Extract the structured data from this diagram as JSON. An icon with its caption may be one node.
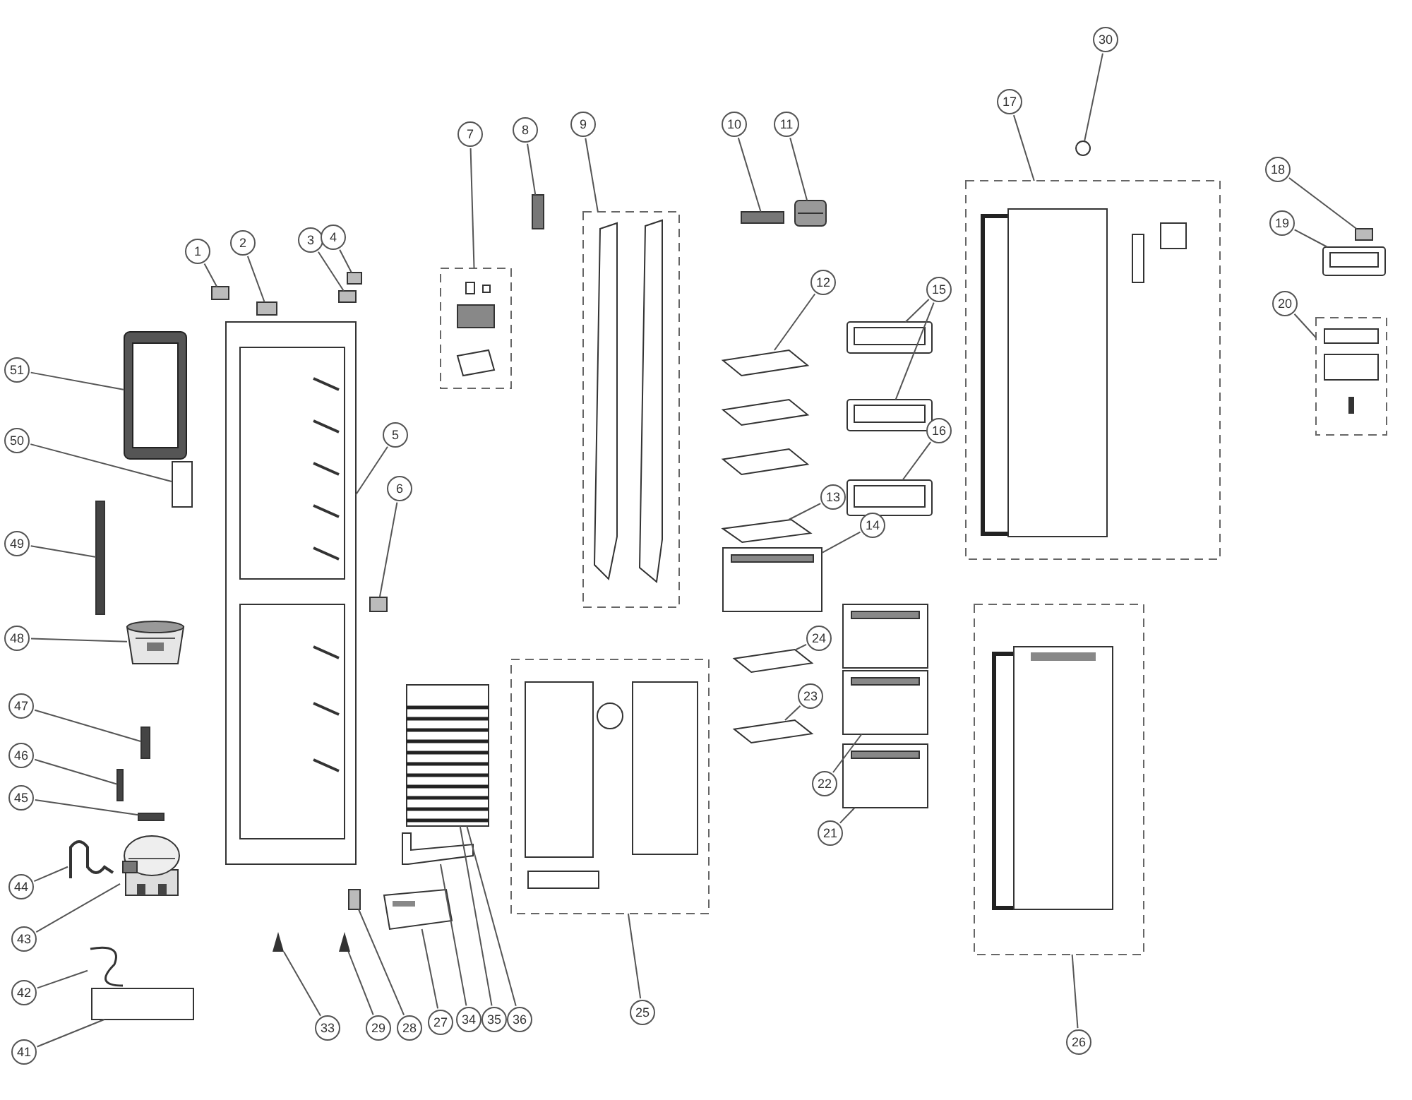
{
  "diagram": {
    "nodes": [
      {
        "text": [
          "1"
        ]
      },
      {
        "text": [],
        "shape": "box"
      },
      {
        "text": [
          "2"
        ]
      },
      {
        "text": [],
        "shape": "box"
      },
      {
        "text": [
          "3"
        ]
      },
      {
        "text": [],
        "shape": "box"
      },
      {
        "text": [
          "4"
        ]
      },
      {
        "text": [],
        "shape": "box"
      },
      {
        "text": [
          "5"
        ]
      },
      {
        "text": [],
        "shape": "picture"
      },
      {
        "text": [
          "6"
        ]
      },
      {
        "text": [],
        "shape": "box"
      },
      {
        "text": [
          "7"
        ]
      },
      {
        "text": [],
        "shape": "box"
      },
      {
        "text": [
          "8"
        ]
      },
      {
        "text": [],
        "shape": "box"
      },
      {
        "text": [
          "9"
        ]
      },
      {
        "text": [],
        "shape": "box"
      },
      {
        "text": [
          "10"
        ]
      },
      {
        "text": [],
        "shape": "box"
      },
      {
        "text": [
          "11"
        ]
      },
      {
        "text": [],
        "shape": "picture"
      },
      {
        "text": [
          "12"
        ]
      },
      {
        "text": [],
        "shape": "picture"
      },
      {
        "text": [
          "13"
        ]
      },
      {
        "text": [],
        "shape": "picture"
      },
      {
        "text": [
          "14"
        ]
      },
      {
        "text": [],
        "shape": "picture"
      },
      {
        "text": [
          "15"
        ]
      },
      {
        "text": [],
        "shape": "picture"
      },
      {
        "text": [],
        "shape": "picture"
      },
      {
        "text": [
          "16"
        ]
      },
      {
        "text": [],
        "shape": "picture"
      },
      {
        "text": [
          "17"
        ]
      },
      {
        "text": [],
        "shape": "box"
      },
      {
        "text": [
          "30"
        ]
      },
      {
        "text": [],
        "shape": "circle"
      },
      {
        "text": [
          "18"
        ]
      },
      {
        "text": [],
        "shape": "box"
      },
      {
        "text": [
          "19"
        ]
      },
      {
        "text": [],
        "shape": "picture"
      },
      {
        "text": [
          "20"
        ]
      },
      {
        "text": [],
        "shape": "box"
      },
      {
        "text": [
          "51"
        ]
      },
      {
        "text": [],
        "shape": "picture"
      },
      {
        "text": [
          "50"
        ]
      },
      {
        "text": [],
        "shape": "box"
      },
      {
        "text": [
          "49"
        ]
      },
      {
        "text": [],
        "shape": "box"
      },
      {
        "text": [
          "48"
        ]
      },
      {
        "text": [],
        "shape": "picture"
      },
      {
        "text": [
          "47"
        ]
      },
      {
        "text": [],
        "shape": "box"
      },
      {
        "text": [
          "46"
        ]
      },
      {
        "text": [],
        "shape": "box"
      },
      {
        "text": [
          "45"
        ]
      },
      {
        "text": [],
        "shape": "box"
      },
      {
        "text": [
          "44"
        ]
      },
      {
        "text": [],
        "shape": "picture"
      },
      {
        "text": [
          "43"
        ]
      },
      {
        "text": [],
        "shape": "picture"
      },
      {
        "text": [
          "42"
        ]
      },
      {
        "text": [],
        "shape": "picture"
      },
      {
        "text": [
          "41"
        ]
      },
      {
        "text": [],
        "shape": "box"
      },
      {
        "text": [
          "33"
        ]
      },
      {
        "text": [],
        "shape": "picture"
      },
      {
        "text": [
          "29"
        ]
      },
      {
        "text": [],
        "shape": "picture"
      },
      {
        "text": [
          "28"
        ]
      },
      {
        "text": [],
        "shape": "box"
      },
      {
        "text": [
          "27"
        ]
      },
      {
        "text": [],
        "shape": "picture"
      },
      {
        "text": [
          "34"
        ]
      },
      {
        "text": [],
        "shape": "picture"
      },
      {
        "text": [
          "35"
        ]
      },
      {
        "text": [],
        "shape": "picture"
      },
      {
        "text": [
          "36"
        ]
      },
      {
        "text": [
          "25"
        ]
      },
      {
        "text": [],
        "shape": "box"
      },
      {
        "text": [
          "24"
        ]
      },
      {
        "text": [],
        "shape": "picture"
      },
      {
        "text": [
          "23"
        ]
      },
      {
        "text": [],
        "shape": "picture"
      },
      {
        "text": [
          "22"
        ]
      },
      {
        "text": [],
        "shape": "picture"
      },
      {
        "text": [
          "21"
        ]
      },
      {
        "text": [],
        "shape": "picture"
      },
      {
        "text": [
          "26"
        ]
      },
      {
        "text": [],
        "shape": "box"
      }
    ],
    "edges": [
      {
        "from": 0,
        "to": 1,
        "arrow": "none"
      },
      {
        "from": 2,
        "to": 3,
        "arrow": "none"
      },
      {
        "from": 4,
        "to": 5,
        "arrow": "none"
      },
      {
        "from": 6,
        "to": 7,
        "arrow": "none"
      },
      {
        "from": 8,
        "to": 9,
        "arrow": "none"
      },
      {
        "from": 10,
        "to": 11,
        "arrow": "none"
      },
      {
        "from": 12,
        "to": 13,
        "arrow": "none"
      },
      {
        "from": 14,
        "to": 15,
        "arrow": "none"
      },
      {
        "from": 16,
        "to": 17,
        "arrow": "none"
      },
      {
        "from": 18,
        "to": 19,
        "arrow": "none"
      },
      {
        "from": 20,
        "to": 21,
        "arrow": "none"
      },
      {
        "from": 22,
        "to": 23,
        "arrow": "none"
      },
      {
        "from": 24,
        "to": 25,
        "arrow": "none"
      },
      {
        "from": 26,
        "to": 27,
        "arrow": "none"
      },
      {
        "from": 28,
        "to": 29,
        "arrow": "none"
      },
      {
        "from": 28,
        "to": 30,
        "arrow": "none"
      },
      {
        "from": 31,
        "to": 32,
        "arrow": "none"
      },
      {
        "from": 33,
        "to": 34,
        "arrow": "none"
      },
      {
        "from": 35,
        "to": 36,
        "arrow": "none"
      },
      {
        "from": 37,
        "to": 38,
        "arrow": "none"
      },
      {
        "from": 39,
        "to": 40,
        "arrow": "none"
      },
      {
        "from": 41,
        "to": 42,
        "arrow": "none"
      },
      {
        "from": 43,
        "to": 44,
        "arrow": "none"
      },
      {
        "from": 45,
        "to": 46,
        "arrow": "none"
      },
      {
        "from": 47,
        "to": 48,
        "arrow": "none"
      },
      {
        "from": 49,
        "to": 50,
        "arrow": "none"
      },
      {
        "from": 51,
        "to": 52,
        "arrow": "none"
      },
      {
        "from": 53,
        "to": 54,
        "arrow": "none"
      },
      {
        "from": 55,
        "to": 56,
        "arrow": "none"
      },
      {
        "from": 57,
        "to": 58,
        "arrow": "none"
      },
      {
        "from": 59,
        "to": 60,
        "arrow": "none"
      },
      {
        "from": 61,
        "to": 62,
        "arrow": "none"
      },
      {
        "from": 63,
        "to": 64,
        "arrow": "none"
      },
      {
        "from": 65,
        "to": 66,
        "arrow": "none"
      },
      {
        "from": 67,
        "to": 68,
        "arrow": "none"
      },
      {
        "from": 69,
        "to": 70,
        "arrow": "none"
      },
      {
        "from": 71,
        "to": 72,
        "arrow": "none"
      },
      {
        "from": 73,
        "to": 74,
        "arrow": "none"
      },
      {
        "from": 75,
        "to": 76,
        "arrow": "none"
      },
      {
        "from": 77,
        "to": 76,
        "arrow": "none"
      },
      {
        "from": 78,
        "to": 79,
        "arrow": "none"
      },
      {
        "from": 80,
        "to": 81,
        "arrow": "none"
      },
      {
        "from": 82,
        "to": 83,
        "arrow": "none"
      },
      {
        "from": 84,
        "to": 85,
        "arrow": "none"
      },
      {
        "from": 86,
        "to": 87,
        "arrow": "none"
      },
      {
        "from": 88,
        "to": 89,
        "arrow": "none"
      }
    ]
  }
}
